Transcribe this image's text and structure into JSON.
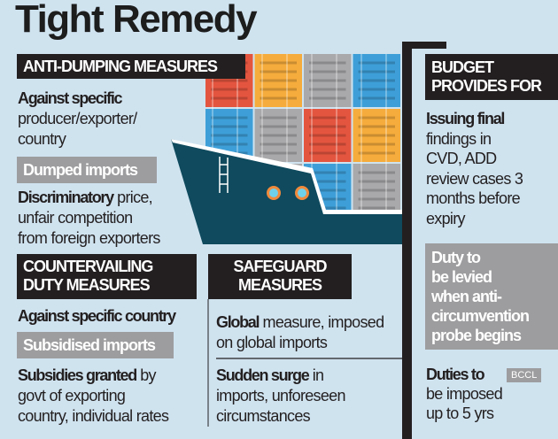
{
  "title": "Tight Remedy",
  "anti_dumping": {
    "header": "ANTI-DUMPING MEASURES",
    "target_bold": "Against specific",
    "target_rest": [
      "producer/exporter/",
      "country"
    ],
    "tag": "Dumped imports",
    "desc_bold": "Discriminatory",
    "desc_rest": [
      " price,",
      "unfair competition",
      "from foreign exporters"
    ]
  },
  "countervailing": {
    "header": [
      "COUNTERVAILING",
      "DUTY MEASURES"
    ],
    "target_bold": "Against specific country",
    "tag": "Subsidised imports",
    "desc_bold": "Subsidies granted",
    "desc_rest": [
      " by",
      "govt of exporting",
      "country, individual rates"
    ]
  },
  "safeguard": {
    "header": [
      "SAFEGUARD",
      "MEASURES"
    ],
    "item1_bold": "Global",
    "item1_rest": [
      " measure, imposed",
      "on global imports"
    ],
    "item2_bold": "Sudden surge",
    "item2_rest": [
      " in",
      "imports, unforeseen",
      "circumstances"
    ]
  },
  "budget": {
    "header": [
      "BUDGET",
      "PROVIDES FOR"
    ],
    "item1_bold": "Issuing final",
    "item1_rest": [
      "findings in",
      "CVD, ADD",
      "review cases 3",
      "months before",
      "expiry"
    ],
    "highlight": [
      "Duty to",
      "be levied",
      "when anti-",
      "circumvention",
      "probe begins"
    ],
    "item3_bold": "Duties to",
    "item3_rest": [
      "be imposed",
      "up to 5 yrs"
    ]
  },
  "watermark": "BCCL",
  "colors": {
    "background": "#cfe3ef",
    "hull": "#0f4a5e",
    "container_red": "#e4553f",
    "container_orange": "#f6ac3c",
    "container_gray": "#a9a9ab",
    "container_blue": "#3e9fd8"
  }
}
